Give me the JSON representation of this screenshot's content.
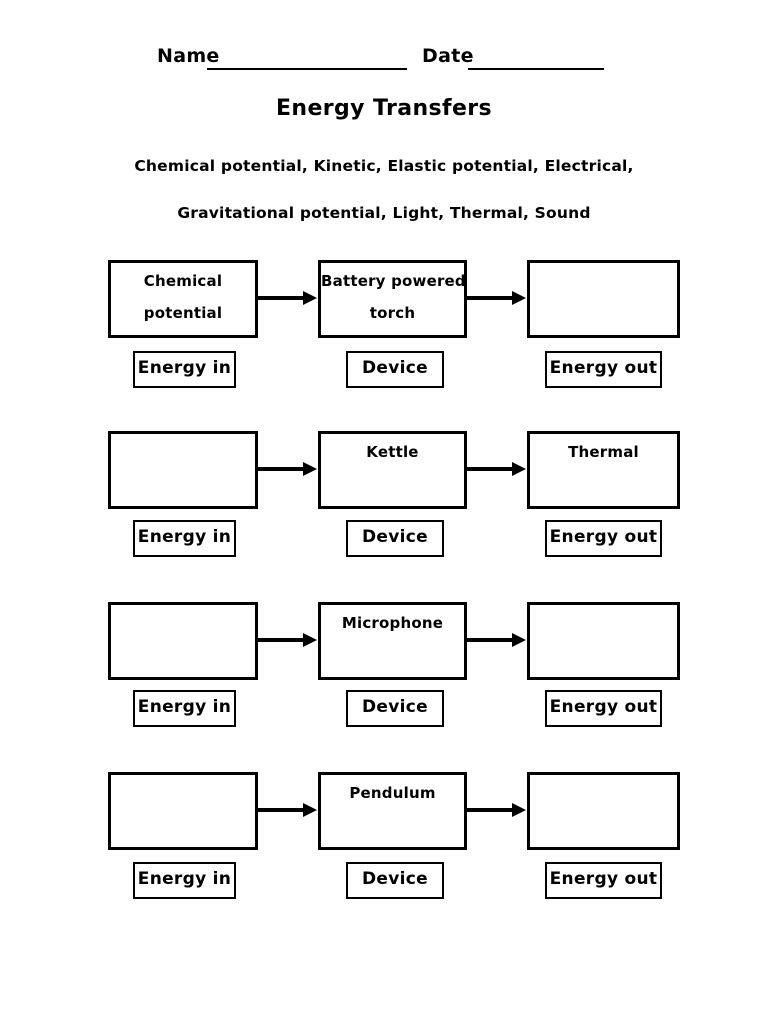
{
  "colors": {
    "ink": "#000000",
    "paper": "#ffffff"
  },
  "header": {
    "name_label": "Name",
    "name_value": "",
    "date_label": "Date",
    "date_value": ""
  },
  "title": "Energy Transfers",
  "word_bank": {
    "line1": "Chemical potential, Kinetic, Elastic potential, Electrical,",
    "line2": "Gravitational potential, Light, Thermal, Sound"
  },
  "column_labels": {
    "energy_in": "Energy in",
    "device": "Device",
    "energy_out": "Energy out"
  },
  "icons": {
    "arrow_right": "→"
  },
  "rows": [
    {
      "energy_in_lines": [
        "Chemical",
        "potential"
      ],
      "device_lines": [
        "Battery powered",
        "torch"
      ],
      "energy_out_lines": []
    },
    {
      "energy_in_lines": [],
      "device_lines": [
        "Kettle"
      ],
      "energy_out_lines": [
        "Thermal"
      ]
    },
    {
      "energy_in_lines": [],
      "device_lines": [
        "Microphone"
      ],
      "energy_out_lines": []
    },
    {
      "energy_in_lines": [],
      "device_lines": [
        "Pendulum"
      ],
      "energy_out_lines": []
    }
  ]
}
